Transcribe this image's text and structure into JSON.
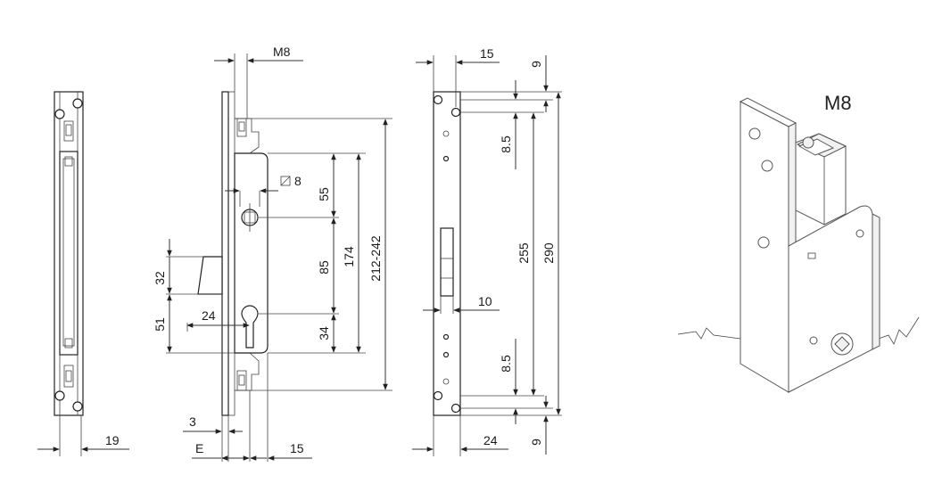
{
  "dimensions": {
    "side_width": "19",
    "thread": "M8",
    "square": "8",
    "dist_55": "55",
    "dist_85": "85",
    "dist_34": "34",
    "dist_174": "174",
    "dist_range": "212-242",
    "latch_32": "32",
    "latch_51": "51",
    "backset_24": "24",
    "faceplate_3": "3",
    "label_e": "E",
    "width_15_bottom": "15",
    "front_15_top": "15",
    "front_9_top": "9",
    "front_8_5_top": "8.5",
    "front_255": "255",
    "front_290": "290",
    "front_10": "10",
    "front_8_5_bottom": "8.5",
    "front_24": "24",
    "front_9_bottom": "9"
  },
  "iso_view": {
    "label": "M8"
  }
}
